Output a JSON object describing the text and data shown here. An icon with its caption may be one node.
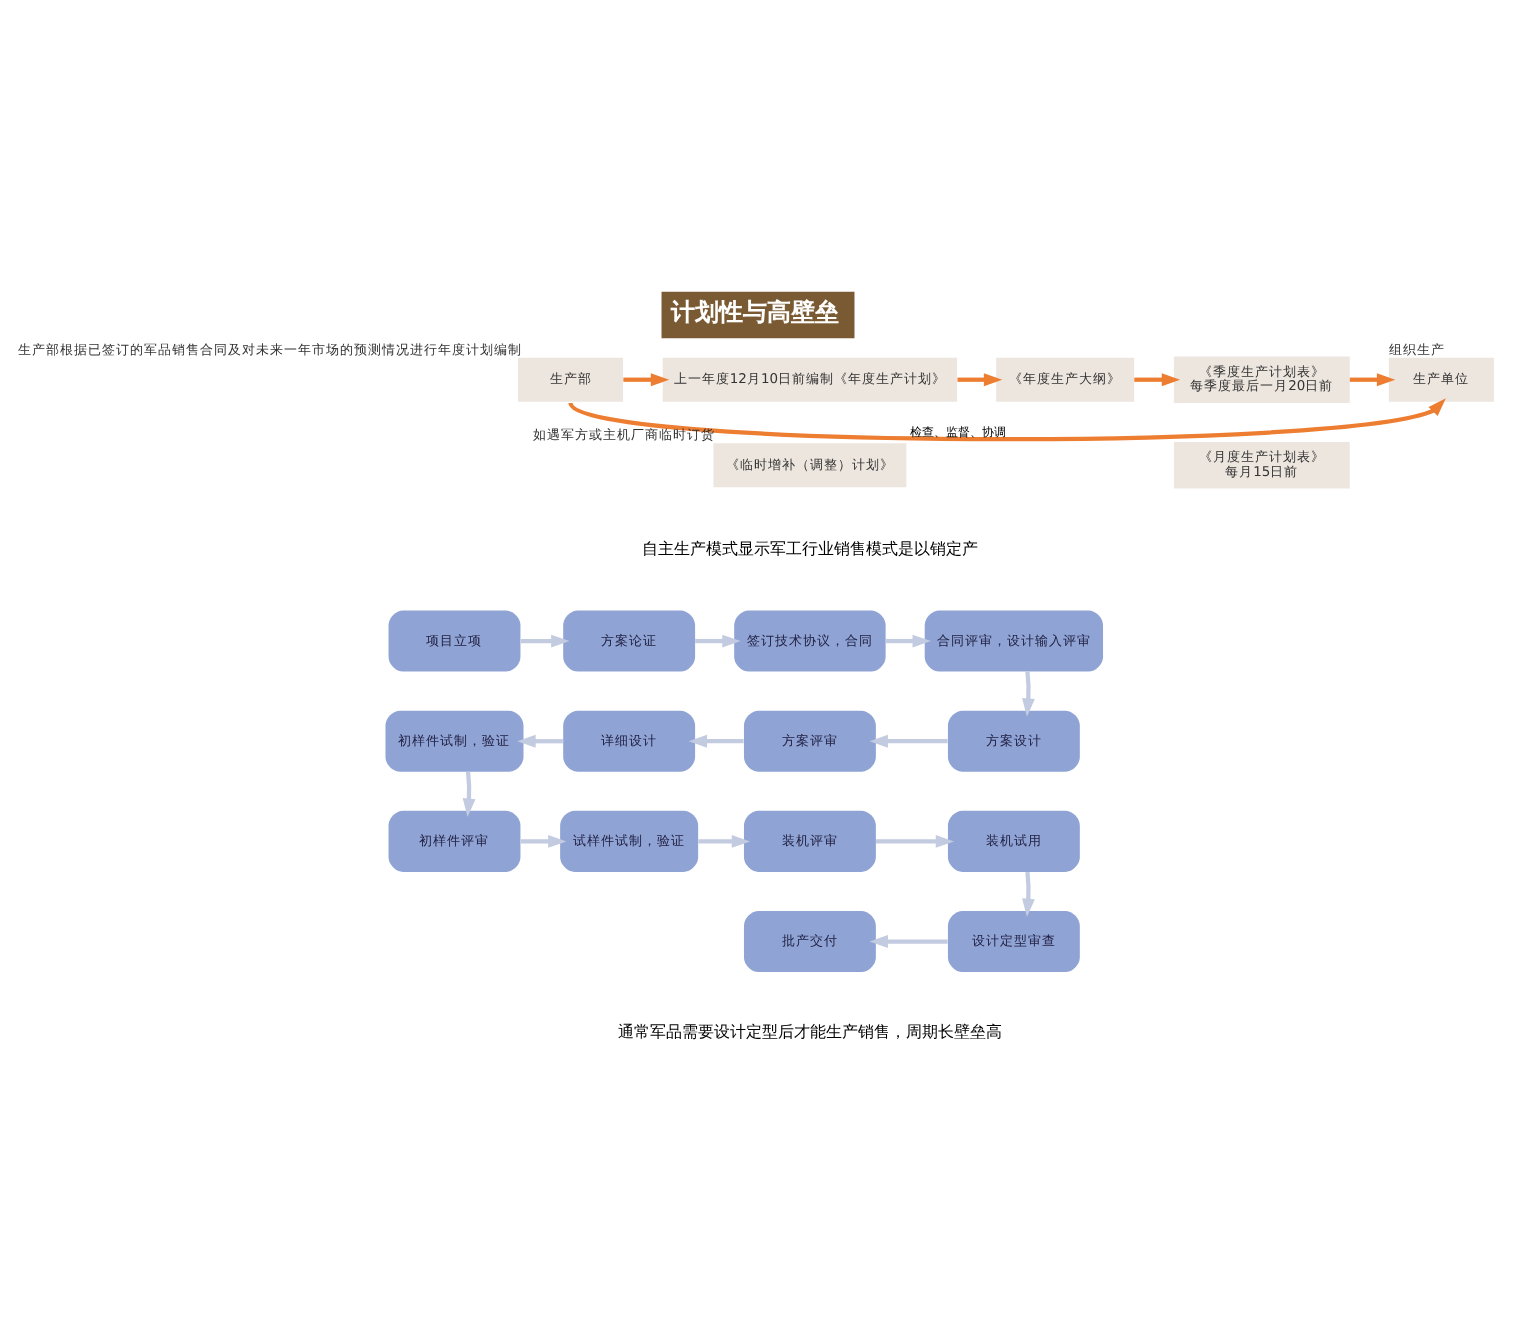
{
  "diagram": {
    "title": "计划性与高壁垒",
    "caption": "通常军品需要设计定型后才能生产销售，周期长壁垒高",
    "nodes": [
      {
        "text": [
          "生产部"
        ],
        "beside": [
          "生产部根据已签订的军品销售合同及对未来一年市场的预测情况进行年度计划编制"
        ]
      },
      {
        "text": [
          "上一年度12月10日前编制《年度生产计划》"
        ]
      },
      {
        "text": [
          "《年度生产大纲》"
        ]
      },
      {
        "text": [
          "《季度生产计划表》",
          "每季度最后一月20日前"
        ]
      },
      {
        "text": [
          "生产单位"
        ],
        "beside": [
          "组织生产"
        ]
      },
      {
        "text": [
          "《临时增补（调整）计划》"
        ],
        "beside": [
          "如遇军方或主机厂商临时订货"
        ]
      },
      {
        "text": [
          "《月度生产计划表》",
          "每月15日前"
        ]
      },
      {
        "text": [
          "项目立项"
        ]
      },
      {
        "text": [
          "方案论证"
        ]
      },
      {
        "text": [
          "签订技术协议，合同"
        ]
      },
      {
        "text": [
          "合同评审，设计输入评审"
        ]
      },
      {
        "text": [
          "初样件试制，验证"
        ]
      },
      {
        "text": [
          "详细设计"
        ]
      },
      {
        "text": [
          "方案评审"
        ]
      },
      {
        "text": [
          "方案设计"
        ]
      },
      {
        "text": [
          "初样件评审"
        ]
      },
      {
        "text": [
          "试样件试制，验证"
        ]
      },
      {
        "text": [
          "装机评审"
        ]
      },
      {
        "text": [
          "装机试用"
        ]
      },
      {
        "text": [
          "批产交付"
        ]
      },
      {
        "text": [
          "设计定型审查"
        ]
      }
    ],
    "edges": [
      {
        "from": 0,
        "to": 1,
        "arrow": "to",
        "color": "#ed7d31"
      },
      {
        "from": 1,
        "to": 2,
        "arrow": "to",
        "color": "#ed7d31"
      },
      {
        "from": 2,
        "to": 3,
        "arrow": "to",
        "color": "#ed7d31"
      },
      {
        "from": 3,
        "to": 4,
        "arrow": "to",
        "color": "#ed7d31"
      },
      {
        "from": 0,
        "to": 4,
        "arrow": "to",
        "label": "检查、监督、协调",
        "color": "#ed7d31"
      },
      {
        "from": 7,
        "to": 8,
        "arrow": "to"
      },
      {
        "from": 8,
        "to": 9,
        "arrow": "to"
      },
      {
        "from": 9,
        "to": 10,
        "arrow": "to"
      },
      {
        "from": 10,
        "to": 14,
        "arrow": "to"
      },
      {
        "from": 14,
        "to": 13,
        "arrow": "to"
      },
      {
        "from": 13,
        "to": 12,
        "arrow": "to"
      },
      {
        "from": 12,
        "to": 11,
        "arrow": "to"
      },
      {
        "from": 11,
        "to": 15,
        "arrow": "to"
      },
      {
        "from": 15,
        "to": 16,
        "arrow": "to"
      },
      {
        "from": 16,
        "to": 17,
        "arrow": "to"
      },
      {
        "from": 17,
        "to": 18,
        "arrow": "to"
      },
      {
        "from": 18,
        "to": 20,
        "arrow": "to"
      },
      {
        "from": 20,
        "to": 19,
        "arrow": "to"
      }
    ],
    "labels": [
      "自主生产模式显示军工行业销售模式是以销定产"
    ]
  }
}
